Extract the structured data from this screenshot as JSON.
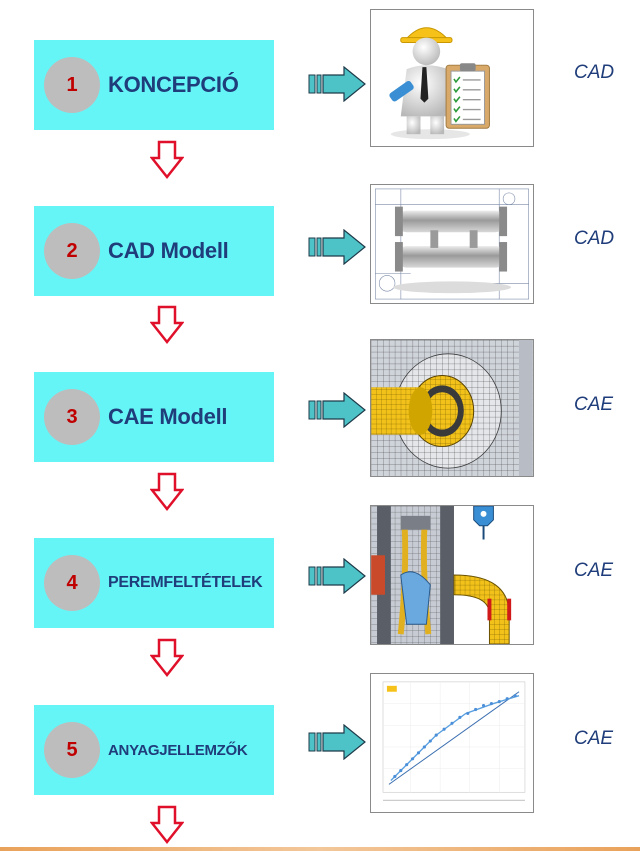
{
  "steps": [
    {
      "number": "1",
      "label": "KONCEPCIÓ",
      "tool": "CAD",
      "image_icon": "engineer-checklist-icon"
    },
    {
      "number": "2",
      "label": "CAD Modell",
      "tool": "CAD",
      "image_icon": "heat-exchanger-model-icon"
    },
    {
      "number": "3",
      "label": "CAE Modell",
      "tool": "CAE",
      "image_icon": "fem-mesh-pipe-icon"
    },
    {
      "number": "4",
      "label": "PEREMFELTÉTELEK",
      "tool": "CAE",
      "image_icon": "boundary-conditions-icon"
    },
    {
      "number": "5",
      "label": "ANYAGJELLEMZŐK",
      "tool": "CAE",
      "image_icon": "material-curve-chart-icon"
    }
  ],
  "colors": {
    "box_fill": "#66f5f7",
    "number_circle": "#bdbdbd",
    "number_text": "#c00000",
    "label_text": "#1f3d7a",
    "down_arrow": "#e0102a",
    "right_arrow_fill": "#4ec3c7"
  }
}
